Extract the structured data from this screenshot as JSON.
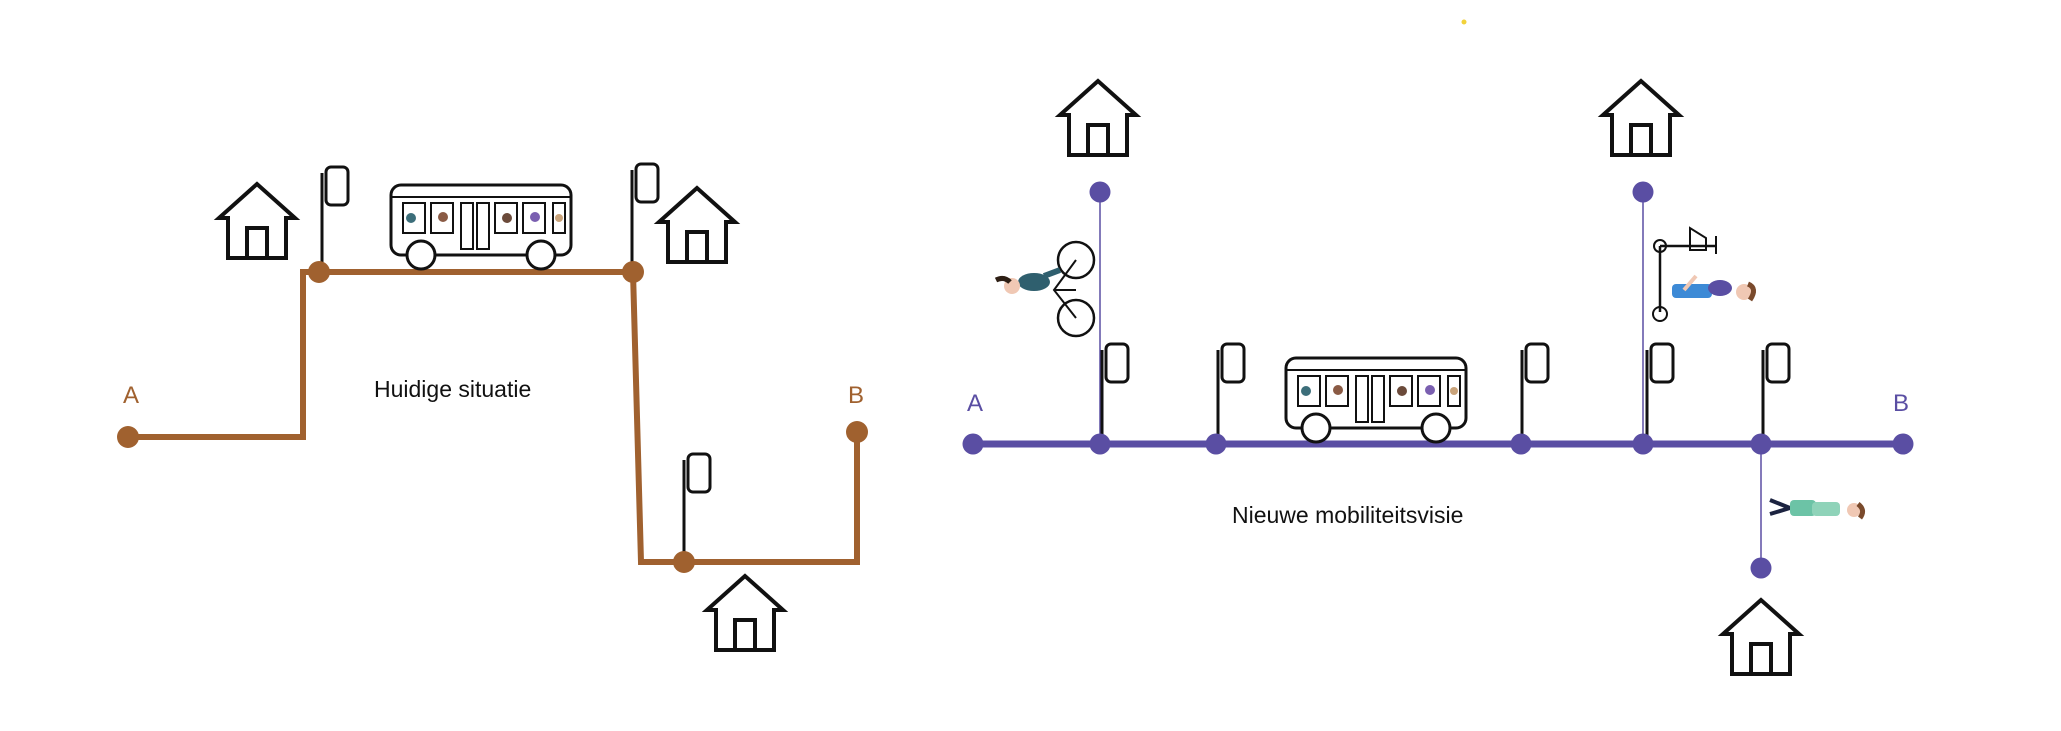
{
  "colors": {
    "current_route": "#a0612f",
    "new_route": "#5a4ea3",
    "ink": "#111111",
    "accent_dot": "#f2d23a"
  },
  "left": {
    "label_a": "A",
    "label_b": "B",
    "caption": "Huidige situatie"
  },
  "right": {
    "label_a": "A",
    "label_b": "B",
    "caption": "Nieuwe mobiliteitsvisie"
  },
  "icons": [
    "house-icon",
    "bus-stop-sign-icon",
    "bus-icon",
    "cyclist-icon",
    "scooter-rider-icon",
    "walking-person-icon"
  ]
}
